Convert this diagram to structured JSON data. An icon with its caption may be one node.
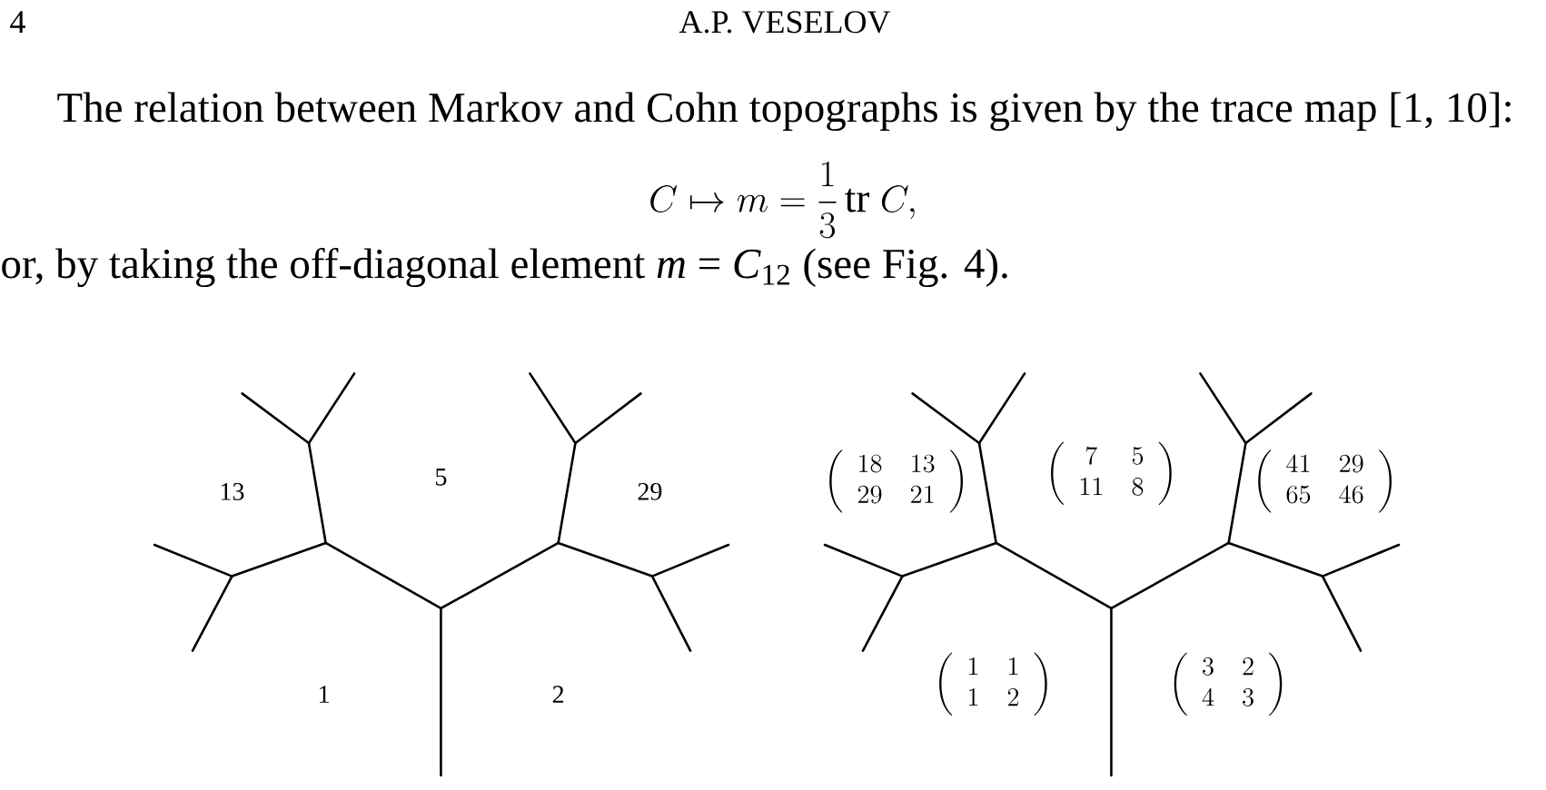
{
  "diagram": {
    "labels": [
      "4",
      "A.P. VESELOV",
      "The relation between Markov and Cohn topographs is given by the trace map [1, 10]:",
      "C \\mapsto m = \\frac{1}{3}\\,\\mathrm{tr}\\; C,",
      "or, by taking the off-diagonal element *m* = *C*$_{12}$ (see Fig. 4).",
      "13",
      "5",
      "29",
      "1",
      "2",
      "\\left(\\begin{array}{cc} 18 & 13 \\\\ 29 & 21 \\end{array}\\right)",
      "\\left(\\begin{array}{cc} 7 & 5 \\\\ 11 & 8 \\end{array}\\right)",
      "\\left(\\begin{array}{cc} 41 & 29 \\\\ 65 & 46 \\end{array}\\right)",
      "\\left(\\begin{array}{cc} 1 & 1 \\\\ 1 & 2 \\end{array}\\right)",
      "\\left(\\begin{array}{cc} 3 & 2 \\\\ 4 & 3 \\end{array}\\right)"
    ]
  }
}
